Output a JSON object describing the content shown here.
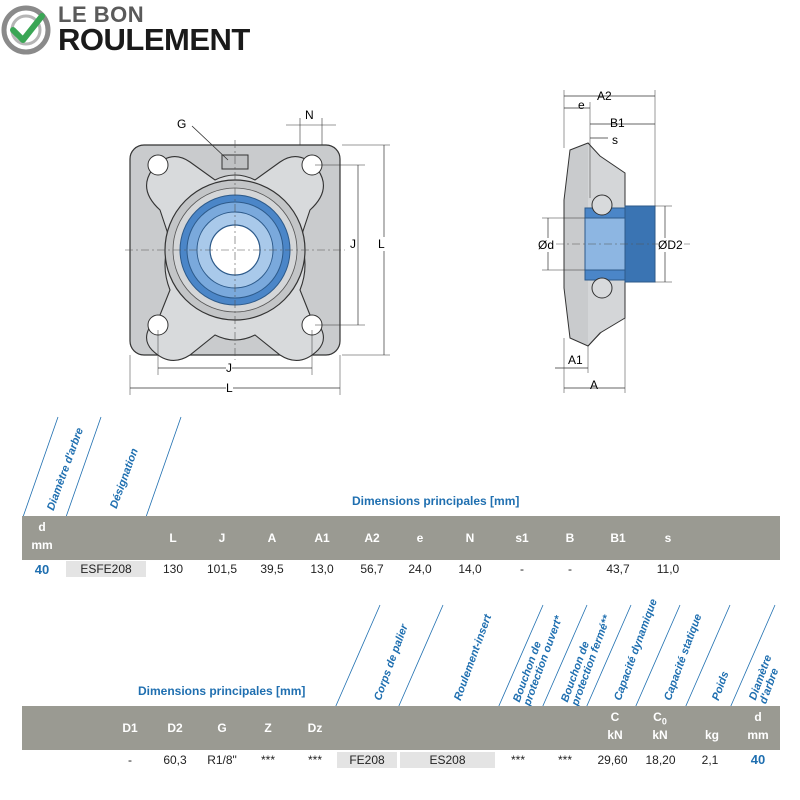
{
  "logo": {
    "line1": "LE BON",
    "line2": "ROULEMENT"
  },
  "front_view": {
    "G": "G",
    "N": "N",
    "J_vert": "J",
    "L_vert": "L",
    "J_horz": "J",
    "L_horz": "L"
  },
  "side_view": {
    "A2": "A2",
    "e": "e",
    "B1": "B1",
    "s": "s",
    "d": "Ød",
    "D2": "ØD2",
    "A1": "A1",
    "A": "A"
  },
  "colors": {
    "accent": "#1f6fb0",
    "header_bar": "#9a9a92",
    "bearing_blue": "#4b86c8"
  },
  "table1": {
    "rot_headers": [
      "Diamètre d'arbre",
      "Désignation"
    ],
    "title": "Dimensions principales [mm]",
    "d_label": "d",
    "mm_label": "mm",
    "columns": [
      "L",
      "J",
      "A",
      "A1",
      "A2",
      "e",
      "N",
      "s1",
      "B",
      "B1",
      "s"
    ],
    "d_value": "40",
    "designation": "ESFE208",
    "values": [
      "130",
      "101,5",
      "39,5",
      "13,0",
      "56,7",
      "24,0",
      "14,0",
      "-",
      "-",
      "43,7",
      "11,0"
    ]
  },
  "table2": {
    "title": "Dimensions principales [mm]",
    "columns": [
      "D1",
      "D2",
      "G",
      "Z",
      "Dz"
    ],
    "values": [
      "-",
      "60,3",
      "R1/8\"",
      "***",
      "***"
    ],
    "rot_headers": [
      "Corps de palier",
      "Roulement-insert",
      "Bouchon de protection ouvert*",
      "Bouchon de protection fermé**",
      "Capacité dynamique",
      "Capacité statique",
      "Poids",
      "Diamètre d'arbre"
    ],
    "c_label": "C",
    "c_unit": "kN",
    "c0_label": "C",
    "c0_sub": "0",
    "c0_unit": "kN",
    "kg_label": "kg",
    "d_label": "d",
    "mm_label": "mm",
    "corps": "FE208",
    "insert": "ES208",
    "bouchon_ouvert": "***",
    "bouchon_ferme": "***",
    "C": "29,60",
    "C0": "18,20",
    "poids": "2,1",
    "d_value": "40"
  }
}
